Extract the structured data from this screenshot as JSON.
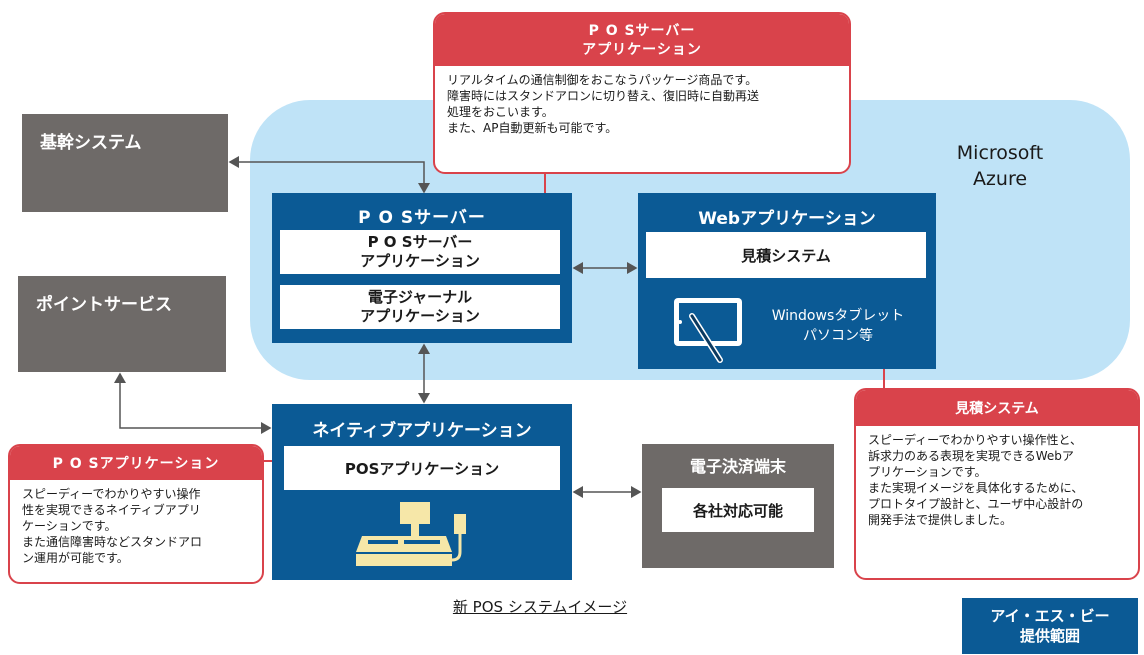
{
  "azure": {
    "line1": "Microsoft",
    "line2": "Azure"
  },
  "kikan": {
    "title": "基幹システム"
  },
  "point": {
    "title": "ポイントサービス"
  },
  "pos_server": {
    "title": "P O Sサーバー",
    "app_line1": "P O Sサーバー",
    "app_line2": "アプリケーション",
    "journal_line1": "電子ジャーナル",
    "journal_line2": "アプリケーション"
  },
  "web_app": {
    "title": "Webアプリケーション",
    "system": "見積システム",
    "tablet_line1": "Windowsタブレット",
    "tablet_line2": "パソコン等"
  },
  "native_app": {
    "title": "ネイティブアプリケーション",
    "pos_app": "POSアプリケーション"
  },
  "e_payment": {
    "title": "電子決済端末",
    "body": "各社対応可能"
  },
  "callout_server": {
    "head_line1": "P O Sサーバー",
    "head_line2": "アプリケーション",
    "body": [
      "リアルタイムの通信制御をおこなうパッケージ商品です。",
      "障害時にはスタンドアロンに切り替え、復旧時に自動再送",
      "処理をおこいます。",
      "また、AP自動更新も可能です。"
    ]
  },
  "callout_posapp": {
    "head": "P O Sアプリケーション",
    "body": [
      "スピーディーでわかりやすい操作",
      "性を実現できるネイティブアプリ",
      "ケーションです。",
      "また通信障害時などスタンドアロ",
      "ン運用が可能です。"
    ]
  },
  "callout_mitsumori": {
    "head": "見積システム",
    "body": [
      "スピーディーでわかりやすい操作性と、",
      "訴求力のある表現を実現できるWebア",
      "プリケーションです。",
      "また実現イメージを具体化するために、",
      "プロトタイプ設計と、ユーザ中心設計の",
      "開発手法で提供しました。"
    ]
  },
  "caption": "新 POS システムイメージ",
  "isb_badge": {
    "line1": "アイ・エス・ビー",
    "line2": "提供範囲"
  },
  "colors": {
    "navy": "#0b5a95",
    "grey": "#6e6a68",
    "red": "#d9434b",
    "cloud": "#bfe3f7"
  },
  "icons": [
    "pen-tablet-icon",
    "pos-register-icon"
  ]
}
